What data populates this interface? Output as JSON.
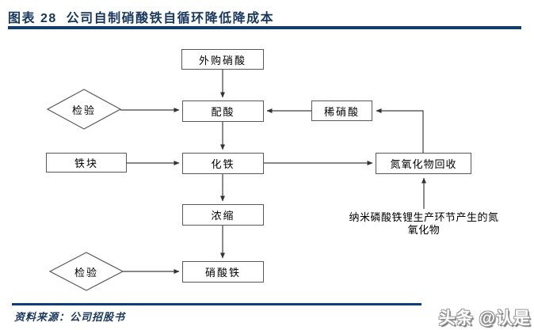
{
  "figure": {
    "title": "图表 28  公司自制硝酸铁自循环降低降成本",
    "source": "资料来源：公司招股书",
    "watermark": "头条 @认是"
  },
  "colors": {
    "navy_text": "#17375E",
    "navy_rule": "#0F3D78",
    "box_border": "#595959",
    "connector": "#404040"
  },
  "flowchart": {
    "nodes": {
      "purchased_nitric_acid": "外购硝酸",
      "acid_blending": "配酸",
      "dilute_nitric_acid": "稀硝酸",
      "iron_block": "铁块",
      "iron_dissolving": "化铁",
      "nox_recovery": "氮氧化物回收",
      "concentration": "浓缩",
      "ferric_nitrate": "硝酸铁",
      "inspection_top": "检验",
      "inspection_bottom": "检验",
      "nox_source_note": "纳米磷酸铁锂生产环节产生的氮氧化物"
    },
    "edges": [
      {
        "from": "外购硝酸",
        "to": "配酸"
      },
      {
        "from": "检验",
        "to": "配酸"
      },
      {
        "from": "稀硝酸",
        "to": "配酸"
      },
      {
        "from": "配酸",
        "to": "化铁"
      },
      {
        "from": "铁块",
        "to": "化铁"
      },
      {
        "from": "化铁",
        "to": "氮氧化物回收"
      },
      {
        "from": "化铁",
        "to": "浓缩"
      },
      {
        "from": "浓缩",
        "to": "硝酸铁"
      },
      {
        "from": "检验",
        "to": "硝酸铁"
      },
      {
        "from": "氮氧化物回收",
        "to": "稀硝酸"
      },
      {
        "from": "纳米磷酸铁锂生产环节产生的氮氧化物",
        "to": "氮氧化物回收"
      }
    ]
  }
}
